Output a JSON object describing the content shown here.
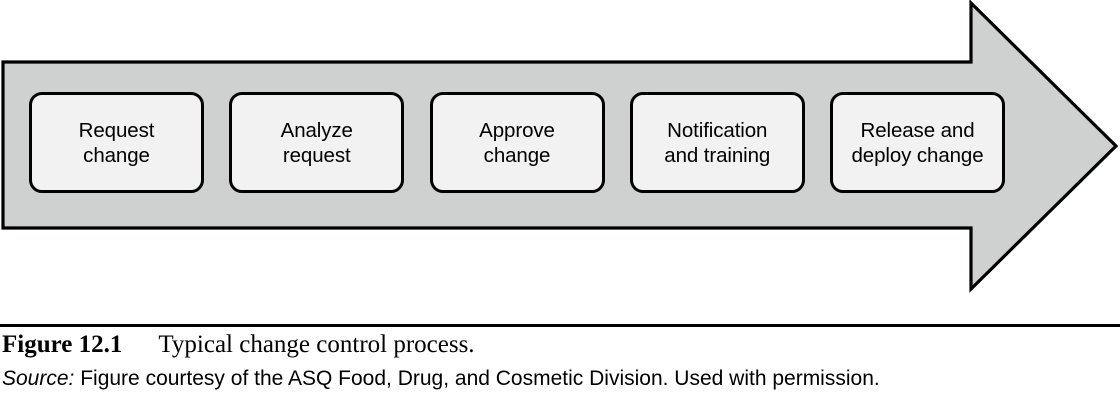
{
  "figure": {
    "arrow": {
      "fill_color": "#ced1d0",
      "stroke_color": "#000000",
      "direction": "right",
      "name": "process-flow-arrow"
    },
    "steps": [
      {
        "id": "request-change",
        "label": "Request\nchange"
      },
      {
        "id": "analyze-request",
        "label": "Analyze\nrequest"
      },
      {
        "id": "approve-change",
        "label": "Approve\nchange"
      },
      {
        "id": "notification-training",
        "label": "Notification\nand training"
      },
      {
        "id": "release-deploy-change",
        "label": "Release and\ndeploy change"
      }
    ],
    "box_fill_color": "#f2f2f2",
    "box_border_color": "#000000"
  },
  "caption": {
    "figure_number": "Figure 12.1",
    "figure_title": "Typical change control process.",
    "source_label": "Source:",
    "source_text": " Figure courtesy of the ASQ Food, Drug, and Cosmetic Division. Used with permission."
  }
}
